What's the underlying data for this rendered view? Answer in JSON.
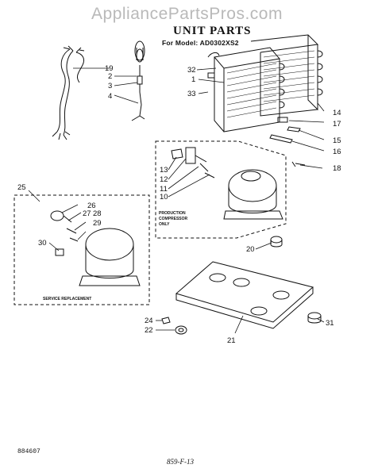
{
  "watermark": "AppliancePartsPros.com",
  "header": {
    "title": "UNIT PARTS",
    "model_line": "For Model: AD0302XS2"
  },
  "boxes": {
    "production": [
      "PRODUCTION",
      "COMPRESSOR",
      "ONLY"
    ],
    "service": "SERVICE REPLACEMENT"
  },
  "callouts": {
    "c1": "1",
    "c2": "2",
    "c3": "3",
    "c4": "4",
    "c10": "10",
    "c11": "11",
    "c12": "12",
    "c13": "13",
    "c14": "14",
    "c15": "15",
    "c16": "16",
    "c17": "17",
    "c18": "18",
    "c19": "19",
    "c20": "20",
    "c21": "21",
    "c22": "22",
    "c24": "24",
    "c25": "25",
    "c26": "26",
    "c27": "27",
    "c28": "28",
    "c29": "29",
    "c30": "30",
    "c31": "31",
    "c32": "32",
    "c33": "33"
  },
  "footer": {
    "doc_id": "884607",
    "handwritten_note": "859-F-13"
  }
}
